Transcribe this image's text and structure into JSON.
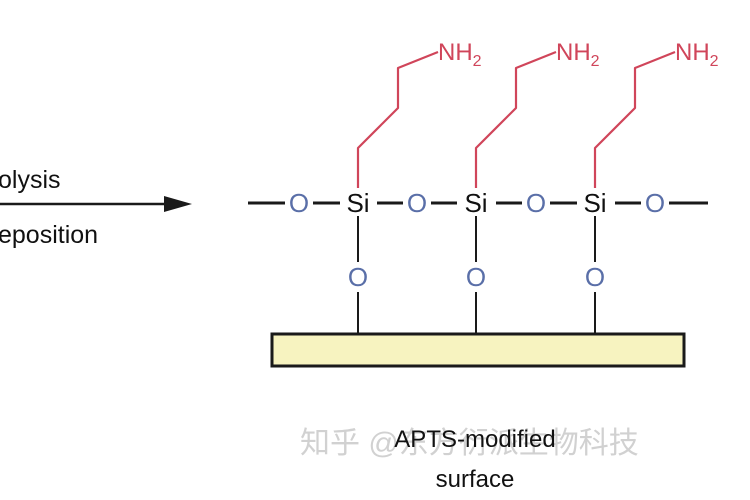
{
  "process_labels": {
    "line1": "olysis",
    "line2": "eposition"
  },
  "atoms": {
    "silicon": "Si",
    "oxygen": "O",
    "amine": "NH",
    "amine_subscript": "2"
  },
  "caption": {
    "line1": "APTS-modified",
    "line2": "surface"
  },
  "watermark": "知乎 @东方衍派生物科技",
  "colors": {
    "bond": "#1a1a1a",
    "chain": "#d0455a",
    "oxygen": "#5a6fa8",
    "substrate_fill": "#f7f3c0",
    "substrate_stroke": "#1a1a1a",
    "text": "#111111"
  }
}
